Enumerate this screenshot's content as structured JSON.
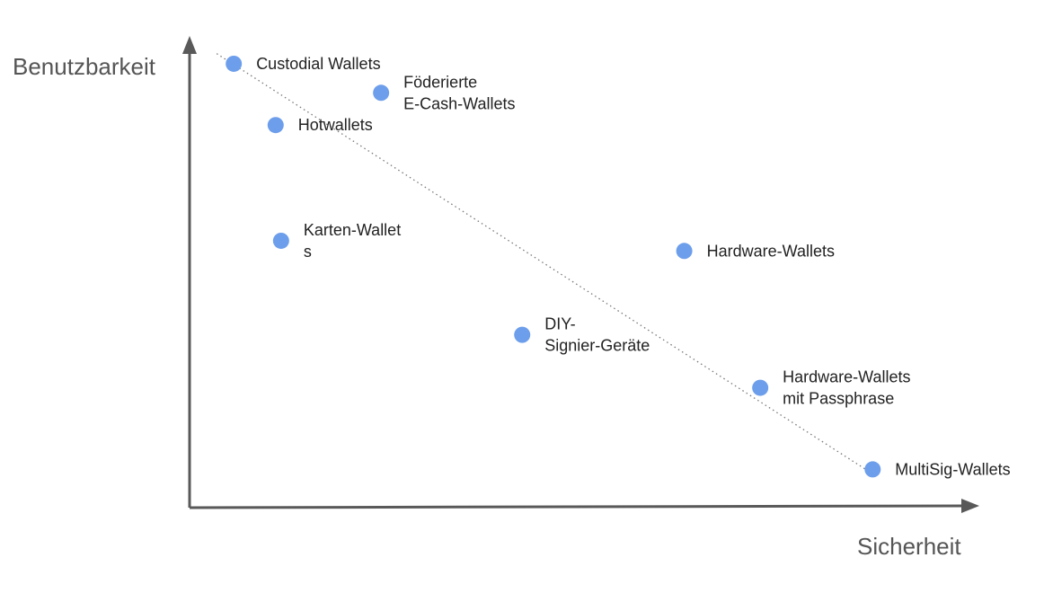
{
  "chart_data": {
    "type": "scatter",
    "xlabel": "Sicherheit",
    "ylabel": "Benutzbarkeit",
    "xlim": [
      0,
      100
    ],
    "ylim": [
      0,
      100
    ],
    "grid": false,
    "ticks": false,
    "colors": {
      "point": "#6d9eeb",
      "axis": "#595959",
      "trendline": "#777777"
    },
    "trendline": {
      "style": "dotted",
      "from": [
        3.5,
        98.5
      ],
      "to": [
        87.2,
        8.3
      ]
    },
    "points": [
      {
        "x": 5.7,
        "y": 96.3,
        "lines": [
          "Custodial Wallets"
        ]
      },
      {
        "x": 24.7,
        "y": 90.0,
        "lines": [
          "Föderierte",
          "E-Cash-Wallets"
        ]
      },
      {
        "x": 11.1,
        "y": 83.0,
        "lines": [
          "Hotwallets"
        ]
      },
      {
        "x": 11.8,
        "y": 57.9,
        "lines": [
          "Karten-Wallet",
          "s"
        ]
      },
      {
        "x": 63.8,
        "y": 55.7,
        "lines": [
          "Hardware-Wallets"
        ]
      },
      {
        "x": 42.9,
        "y": 37.5,
        "lines": [
          "DIY-",
          "Signier-Geräte"
        ]
      },
      {
        "x": 73.6,
        "y": 26.0,
        "lines": [
          "Hardware-Wallets",
          "mit Passphrase"
        ]
      },
      {
        "x": 88.1,
        "y": 8.3,
        "lines": [
          "MultiSig-Wallets"
        ]
      }
    ]
  }
}
